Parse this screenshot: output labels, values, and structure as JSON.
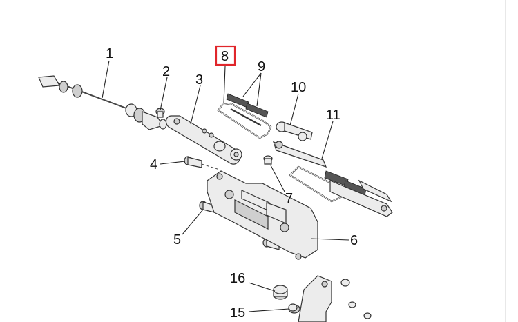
{
  "diagram": {
    "highlight_color": "#e0262b",
    "callouts": {
      "c1": "1",
      "c2": "2",
      "c3": "3",
      "c4": "4",
      "c5": "5",
      "c6": "6",
      "c7": "7",
      "c8": "8",
      "c9": "9",
      "c10": "10",
      "c11": "11",
      "c15": "15",
      "c16": "16"
    },
    "highlighted_part": "8"
  }
}
